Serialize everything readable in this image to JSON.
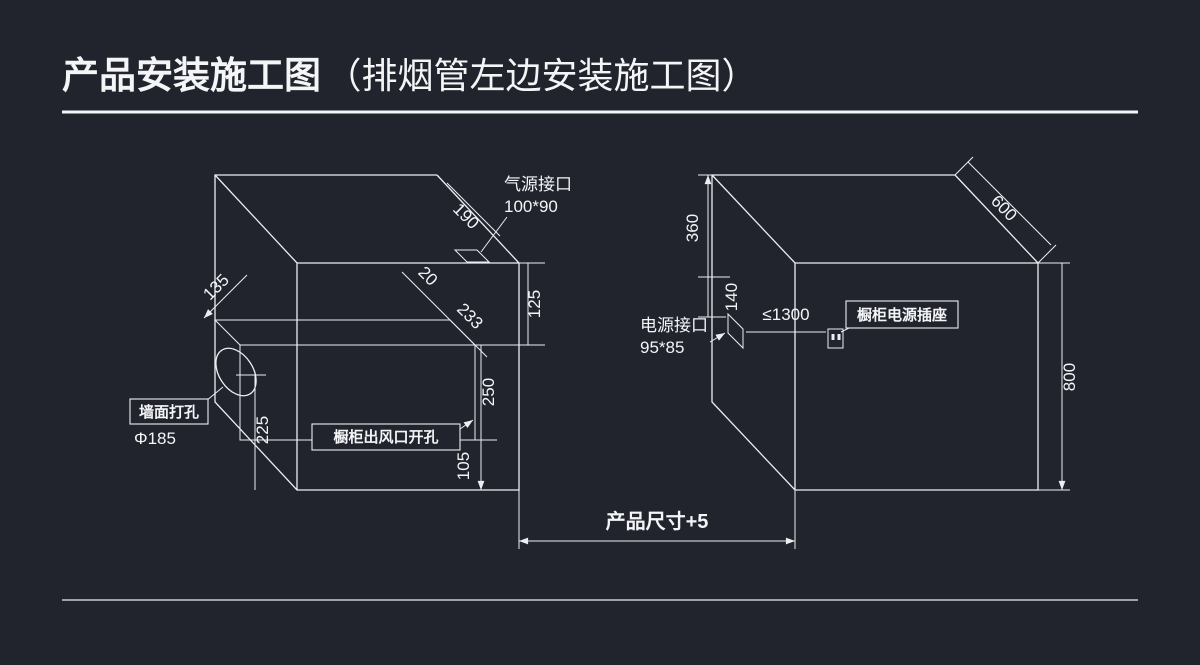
{
  "theme": {
    "bg": "#21242c",
    "line": "#eceef2",
    "text": "#f3f5f7"
  },
  "header": {
    "title_main": "产品安装施工图",
    "title_sub": "（排烟管左边安装施工图）"
  },
  "left_unit": {
    "dim_135": "135",
    "dim_190": "190",
    "dim_125": "125",
    "dim_20": "20",
    "dim_233": "233",
    "dim_225": "225",
    "dim_250": "250",
    "dim_105": "105",
    "gas_label": "气源接口",
    "gas_size": "100*90",
    "wall_label": "墙面打孔",
    "wall_size": "Φ185",
    "vent_label": "橱柜出风口开孔"
  },
  "right_unit": {
    "dim_360": "360",
    "dim_140": "140",
    "dim_600": "600",
    "dim_800": "800",
    "dim_max": "≤1300",
    "power_label": "电源接口",
    "power_size": "95*85",
    "socket_label": "橱柜电源插座"
  },
  "footer": {
    "product_dim": "产品尺寸+5"
  }
}
